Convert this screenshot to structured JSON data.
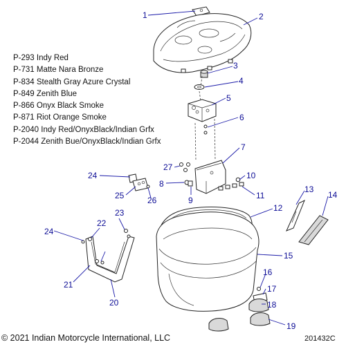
{
  "legend": {
    "items": [
      "P-293 Indy Red",
      "P-731 Matte Nara Bronze",
      "P-834 Stealth Gray Azure Crystal",
      "P-849 Zenith Blue",
      "P-866 Onyx Black Smoke",
      "P-871 Riot Orange Smoke",
      "P-2040 Indy Red/OnyxBlack/Indian Grfx",
      "P-2044 Zenith Bue/OnyxBlack/Indian Grfx"
    ]
  },
  "callouts": [
    "1",
    "2",
    "3",
    "4",
    "5",
    "6",
    "7",
    "8",
    "9",
    "10",
    "11",
    "12",
    "13",
    "14",
    "15",
    "16",
    "17",
    "18",
    "19",
    "20",
    "21",
    "22",
    "23",
    "24",
    "24",
    "25",
    "26",
    "27"
  ],
  "footer": {
    "copyright": "© 2021 Indian Motorcycle International, LLC",
    "doc_number": "201432C"
  },
  "colors": {
    "callout": "#0b0b95",
    "line_art": "#222222"
  }
}
